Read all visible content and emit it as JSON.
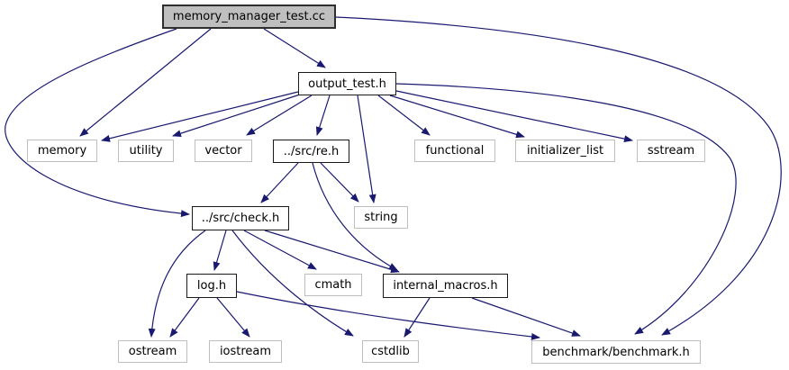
{
  "diagram": {
    "type": "include-dependency-graph",
    "tool": "doxygen-style include graph",
    "edge_color": "#191970",
    "root_fill_color": "#bfbfbf",
    "project_node_border_color": "#1a1a1a",
    "system_node_border_color": "#bebebe",
    "nodes": {
      "root": {
        "label": "memory_manager_test.cc",
        "kind": "root"
      },
      "output_test": {
        "label": "output_test.h",
        "kind": "project"
      },
      "memory": {
        "label": "memory",
        "kind": "system"
      },
      "utility": {
        "label": "utility",
        "kind": "system"
      },
      "vector": {
        "label": "vector",
        "kind": "system"
      },
      "re": {
        "label": "../src/re.h",
        "kind": "project"
      },
      "functional": {
        "label": "functional",
        "kind": "system"
      },
      "initializer_list": {
        "label": "initializer_list",
        "kind": "system"
      },
      "sstream": {
        "label": "sstream",
        "kind": "system"
      },
      "check": {
        "label": "../src/check.h",
        "kind": "project"
      },
      "string": {
        "label": "string",
        "kind": "system"
      },
      "log": {
        "label": "log.h",
        "kind": "project"
      },
      "cmath": {
        "label": "cmath",
        "kind": "system"
      },
      "internal_macros": {
        "label": "internal_macros.h",
        "kind": "project"
      },
      "ostream": {
        "label": "ostream",
        "kind": "system"
      },
      "iostream": {
        "label": "iostream",
        "kind": "system"
      },
      "cstdlib": {
        "label": "cstdlib",
        "kind": "system"
      },
      "benchmark": {
        "label": "benchmark/benchmark.h",
        "kind": "system"
      }
    },
    "edges": [
      {
        "from": "memory_manager_test.cc",
        "to": "output_test.h"
      },
      {
        "from": "memory_manager_test.cc",
        "to": "memory"
      },
      {
        "from": "memory_manager_test.cc",
        "to": "../src/check.h"
      },
      {
        "from": "memory_manager_test.cc",
        "to": "benchmark/benchmark.h"
      },
      {
        "from": "output_test.h",
        "to": "memory"
      },
      {
        "from": "output_test.h",
        "to": "utility"
      },
      {
        "from": "output_test.h",
        "to": "vector"
      },
      {
        "from": "output_test.h",
        "to": "../src/re.h"
      },
      {
        "from": "output_test.h",
        "to": "string"
      },
      {
        "from": "output_test.h",
        "to": "functional"
      },
      {
        "from": "output_test.h",
        "to": "initializer_list"
      },
      {
        "from": "output_test.h",
        "to": "sstream"
      },
      {
        "from": "output_test.h",
        "to": "benchmark/benchmark.h"
      },
      {
        "from": "../src/re.h",
        "to": "../src/check.h"
      },
      {
        "from": "../src/re.h",
        "to": "string"
      },
      {
        "from": "../src/re.h",
        "to": "internal_macros.h"
      },
      {
        "from": "../src/check.h",
        "to": "log.h"
      },
      {
        "from": "../src/check.h",
        "to": "cmath"
      },
      {
        "from": "../src/check.h",
        "to": "internal_macros.h"
      },
      {
        "from": "../src/check.h",
        "to": "ostream"
      },
      {
        "from": "../src/check.h",
        "to": "cstdlib"
      },
      {
        "from": "log.h",
        "to": "ostream"
      },
      {
        "from": "log.h",
        "to": "iostream"
      },
      {
        "from": "log.h",
        "to": "benchmark/benchmark.h"
      },
      {
        "from": "internal_macros.h",
        "to": "cstdlib"
      },
      {
        "from": "internal_macros.h",
        "to": "benchmark/benchmark.h"
      }
    ]
  }
}
